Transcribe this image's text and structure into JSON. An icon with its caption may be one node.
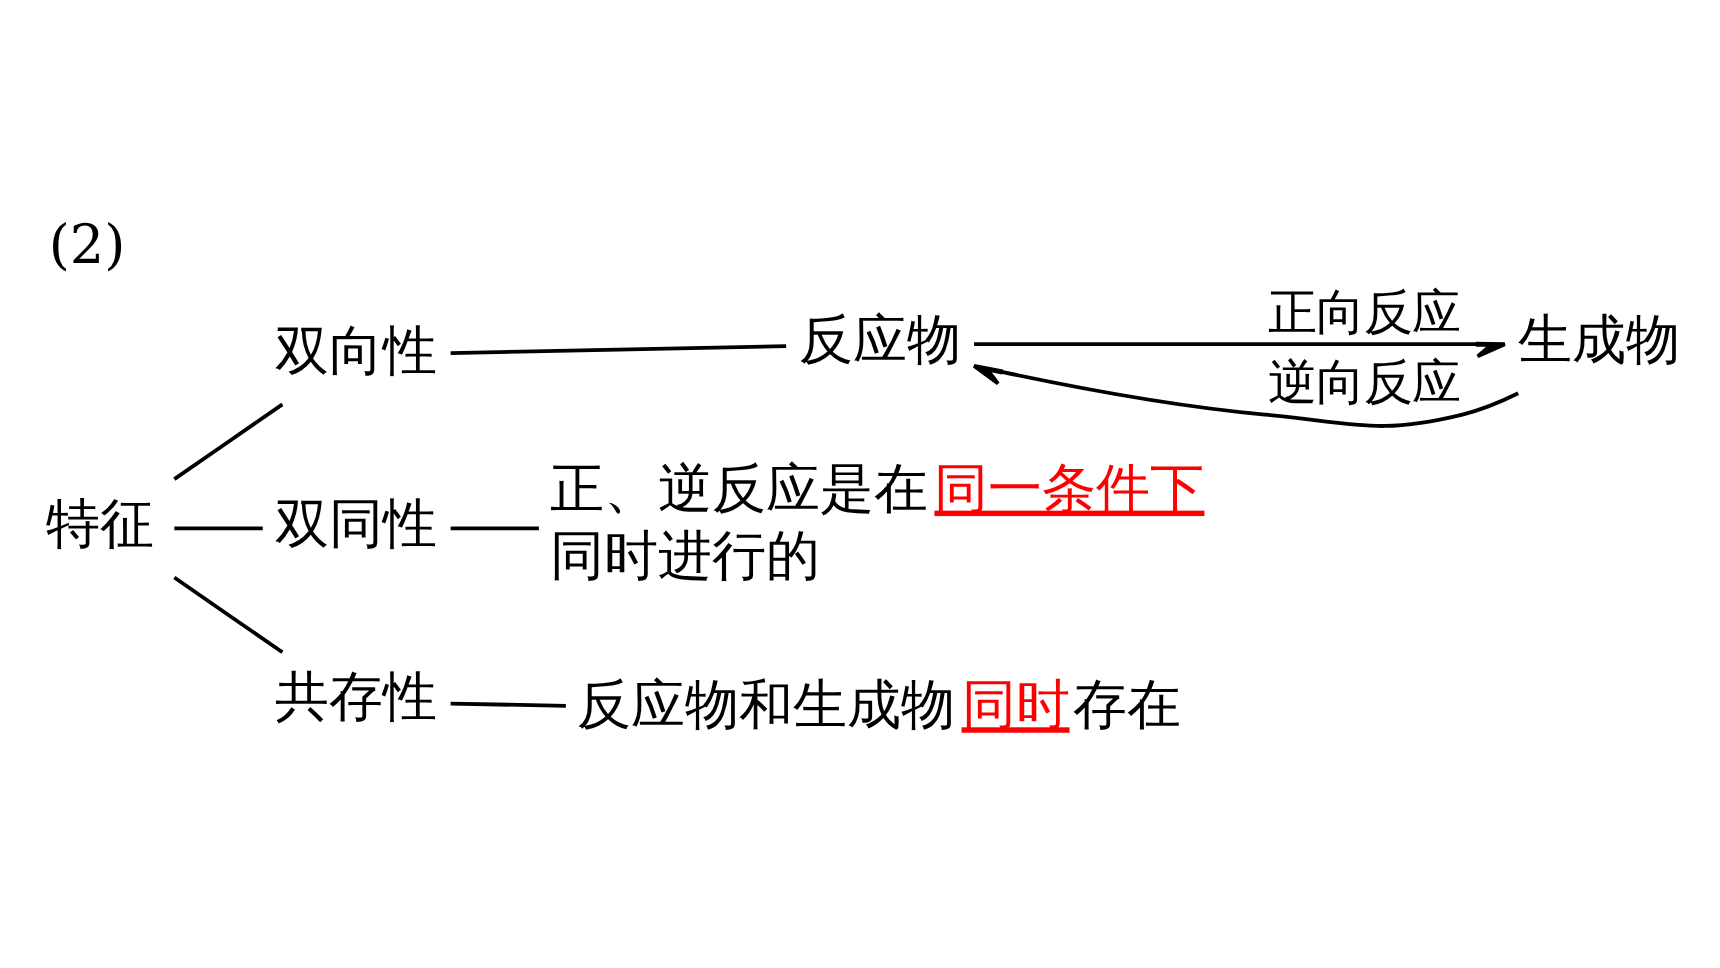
{
  "diagram": {
    "title": "(2)",
    "nodes": [
      {
        "text": [
          "特征"
        ]
      },
      {
        "text": [
          "双向性"
        ]
      },
      {
        "text": [
          "反应物"
        ]
      },
      {
        "text": [
          "生成物"
        ]
      },
      {
        "text": [
          "双同性"
        ]
      },
      {
        "text": [
          "正、逆反应是在",
          "同一条件下",
          "同时进行的"
        ]
      },
      {
        "text": [
          "共存性"
        ]
      },
      {
        "text": [
          "反应物和生成物",
          "同时",
          "存在"
        ]
      }
    ],
    "edges": [
      {
        "from": 0,
        "to": 1,
        "arrow": "none"
      },
      {
        "from": 0,
        "to": 4,
        "arrow": "none"
      },
      {
        "from": 0,
        "to": 6,
        "arrow": "none"
      },
      {
        "from": 1,
        "to": 2,
        "arrow": "none"
      },
      {
        "from": 2,
        "to": 3,
        "arrow": "to",
        "label": "正向反应"
      },
      {
        "from": 3,
        "to": 2,
        "arrow": "to",
        "label": "逆向反应"
      },
      {
        "from": 4,
        "to": 5,
        "arrow": "none"
      },
      {
        "from": 6,
        "to": 7,
        "arrow": "none"
      }
    ]
  }
}
